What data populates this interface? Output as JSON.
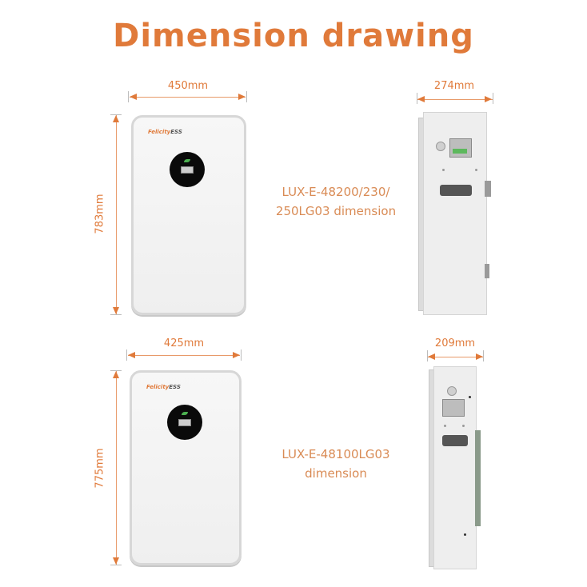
{
  "title": "Dimension drawing",
  "brand_logo": {
    "prefix": "Felicity",
    "suffix": "ESS"
  },
  "products": [
    {
      "model": {
        "line1": "LUX-E-48200/230/",
        "line2": "250LG03 dimension"
      },
      "front_width": "450mm",
      "height": "783mm",
      "side_depth": "274mm"
    },
    {
      "model": {
        "line1": "LUX-E-48100LG03",
        "line2": "dimension"
      },
      "front_width": "425mm",
      "height": "775mm",
      "side_depth": "209mm"
    }
  ],
  "colors": {
    "accent": "#e07a3a",
    "model_text": "#d98b55",
    "panel": "#f2f2f2",
    "display": "#0a0a0a"
  }
}
